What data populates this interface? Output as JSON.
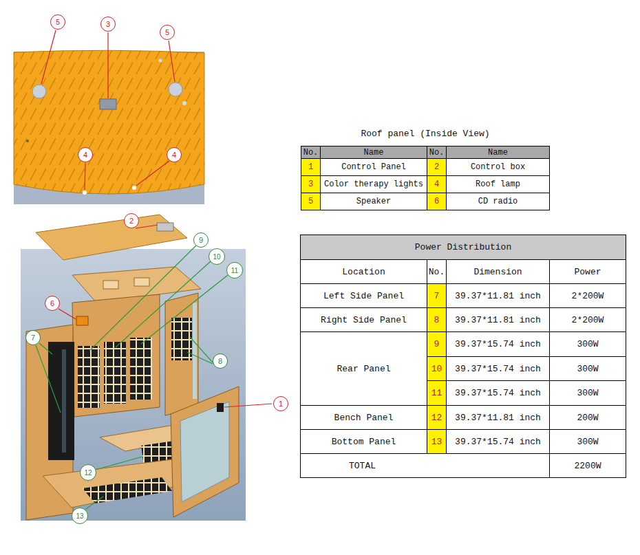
{
  "diagram": {
    "labels": [
      "5",
      "3",
      "5",
      "4",
      "4",
      "Roof panel (Inside View)",
      "No.",
      "Name",
      "No.",
      "Name",
      "1",
      "Control Panel",
      "2",
      "Control box",
      "3",
      "Color therapy lights",
      "4",
      "Roof lamp",
      "5",
      "Speaker",
      "6",
      "CD radio",
      "2",
      "9",
      "10",
      "11",
      "6",
      "7",
      "8",
      "1",
      "12",
      "13",
      "Power Distribution",
      "Location",
      "No.",
      "Dimension",
      "Power",
      "Left Side Panel",
      "7",
      "39.37*11.81 inch",
      "2*200W",
      "Right Side Panel",
      "8",
      "39.37*11.81 inch",
      "2*200W",
      "Rear Panel",
      "9",
      "39.37*15.74 inch",
      "300W",
      "10",
      "39.37*15.74 inch",
      "300W",
      "11",
      "39.37*15.74 inch",
      "300W",
      "Bench Panel",
      "12",
      "39.37*11.81 inch",
      "200W",
      "Bottom Panel",
      "13",
      "39.37*15.74 inch",
      "300W",
      "TOTAL",
      "2200W"
    ]
  }
}
